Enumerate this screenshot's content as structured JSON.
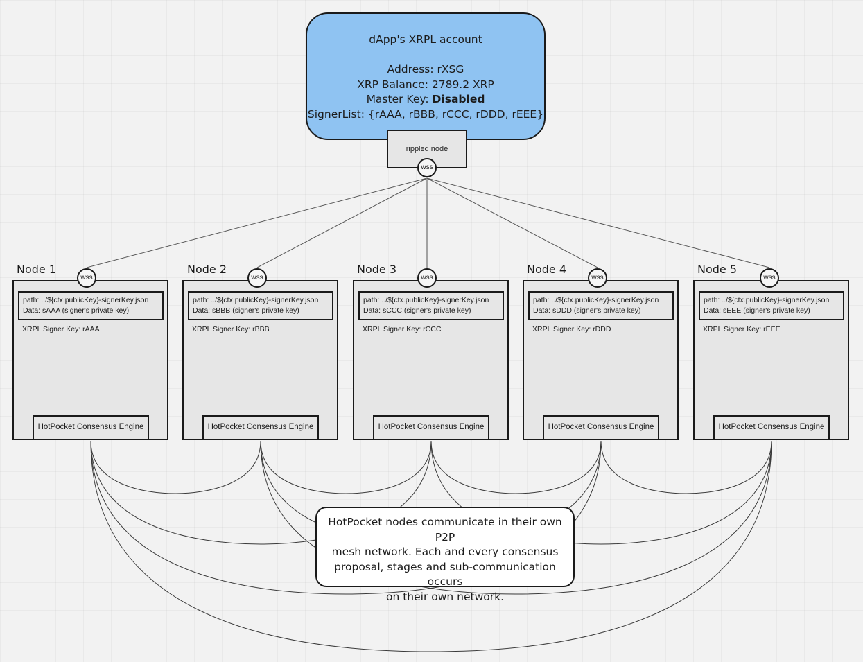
{
  "account": {
    "title": "dApp's XRPL account",
    "address": "Address: rXSG",
    "balance": "XRP Balance: 2789.2 XRP",
    "master_key_label": "Master Key: ",
    "master_key_value": "Disabled",
    "signer_list": "SignerList: {rAAA, rBBB, rCCC, rDDD, rEEE}"
  },
  "rippled": {
    "label": "rippled node",
    "port": "wss"
  },
  "nodes": [
    {
      "label": "Node 1",
      "port": "wss",
      "path": "path: ../${ctx.publicKey}-signerKey.json",
      "data": "Data: sAAA (signer's private key)",
      "signer_key": "XRPL Signer Key: rAAA",
      "engine": "HotPocket Consensus Engine"
    },
    {
      "label": "Node 2",
      "port": "wss",
      "path": "path: ../${ctx.publicKey}-signerKey.json",
      "data": "Data: sBBB (signer's private key)",
      "signer_key": "XRPL Signer Key: rBBB",
      "engine": "HotPocket Consensus Engine"
    },
    {
      "label": "Node 3",
      "port": "wss",
      "path": "path: ../${ctx.publicKey}-signerKey.json",
      "data": "Data: sCCC (signer's private key)",
      "signer_key": "XRPL Signer Key: rCCC",
      "engine": "HotPocket Consensus Engine"
    },
    {
      "label": "Node 4",
      "port": "wss",
      "path": "path: ../${ctx.publicKey}-signerKey.json",
      "data": "Data: sDDD (signer's private key)",
      "signer_key": "XRPL Signer Key: rDDD",
      "engine": "HotPocket Consensus Engine"
    },
    {
      "label": "Node 5",
      "port": "wss",
      "path": "path: ../${ctx.publicKey}-signerKey.json",
      "data": "Data: sEEE (signer's private key)",
      "signer_key": "XRPL Signer Key: rEEE",
      "engine": "HotPocket Consensus Engine"
    }
  ],
  "note": {
    "line1": "HotPocket nodes communicate in their own P2P",
    "line2": "mesh network. Each and every consensus",
    "line3": "proposal, stages and sub-communication occurs",
    "line4": "on their own network."
  }
}
